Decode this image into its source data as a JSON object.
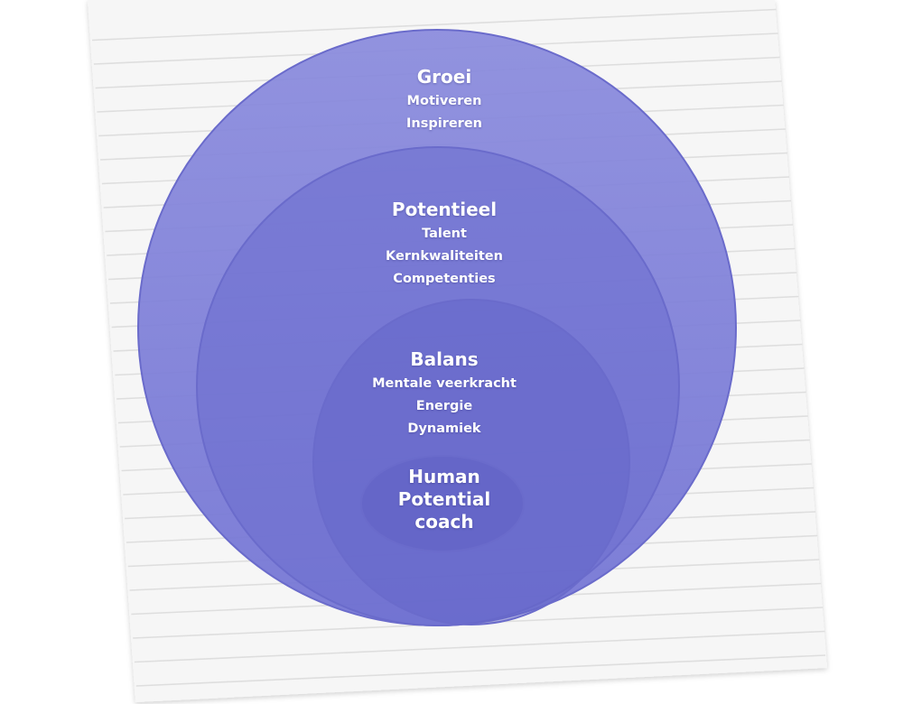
{
  "diagram": {
    "colors": {
      "paper": "#f6f6f6",
      "paper_line": "#dedede",
      "circle_fill": "#6f70d0",
      "circle_edge": "#6a6bcb"
    },
    "layers": [
      {
        "title": "Groei",
        "items": [
          "Motiveren",
          "Inspireren"
        ]
      },
      {
        "title": "Potentieel",
        "items": [
          "Talent",
          "Kernkwaliteiten",
          "Competenties"
        ]
      },
      {
        "title": "Balans",
        "items": [
          "Mentale veerkracht",
          "Energie",
          "Dynamiek"
        ]
      }
    ],
    "core": {
      "lines": [
        "Human",
        "Potential",
        "coach"
      ]
    }
  }
}
